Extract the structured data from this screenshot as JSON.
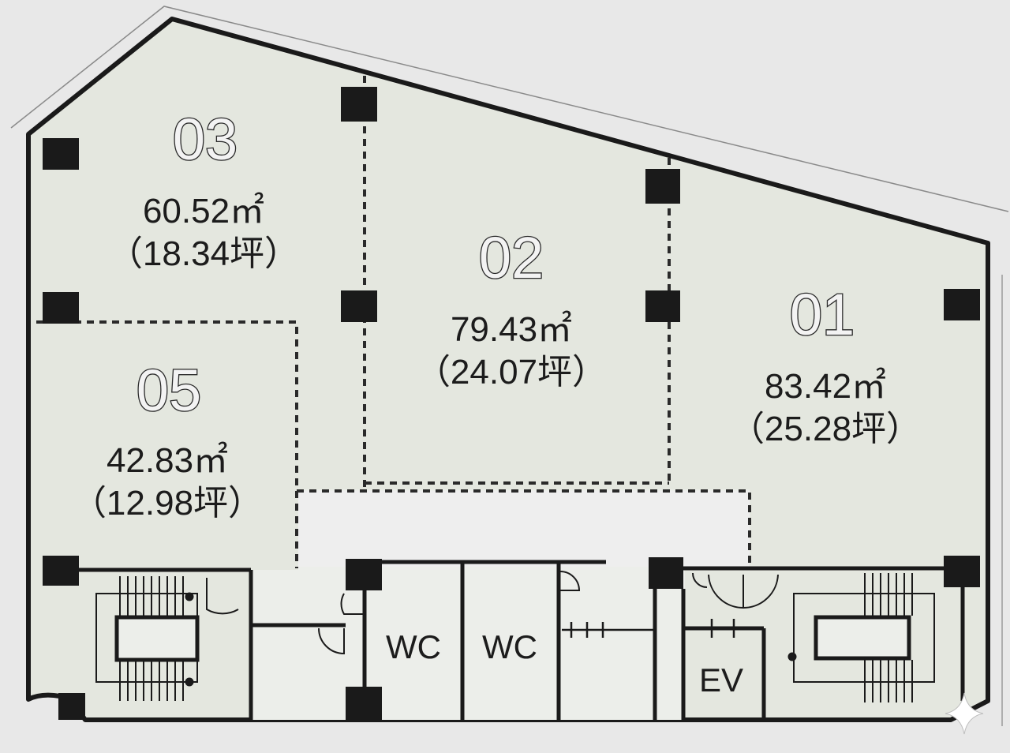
{
  "units": [
    {
      "id": "03",
      "area_m2": "60.52㎡",
      "area_tsubo": "（18.34坪）"
    },
    {
      "id": "02",
      "area_m2": "79.43㎡",
      "area_tsubo": "（24.07坪）"
    },
    {
      "id": "01",
      "area_m2": "83.42㎡",
      "area_tsubo": "（25.28坪）"
    },
    {
      "id": "05",
      "area_m2": "42.83㎡",
      "area_tsubo": "（12.98坪）"
    }
  ],
  "facilities": {
    "wc_left": "WC",
    "wc_right": "WC",
    "elevator": "EV"
  },
  "colors": {
    "floor": "#e4e7df",
    "wall": "#1a1a1a",
    "background": "#e8e8e8"
  }
}
